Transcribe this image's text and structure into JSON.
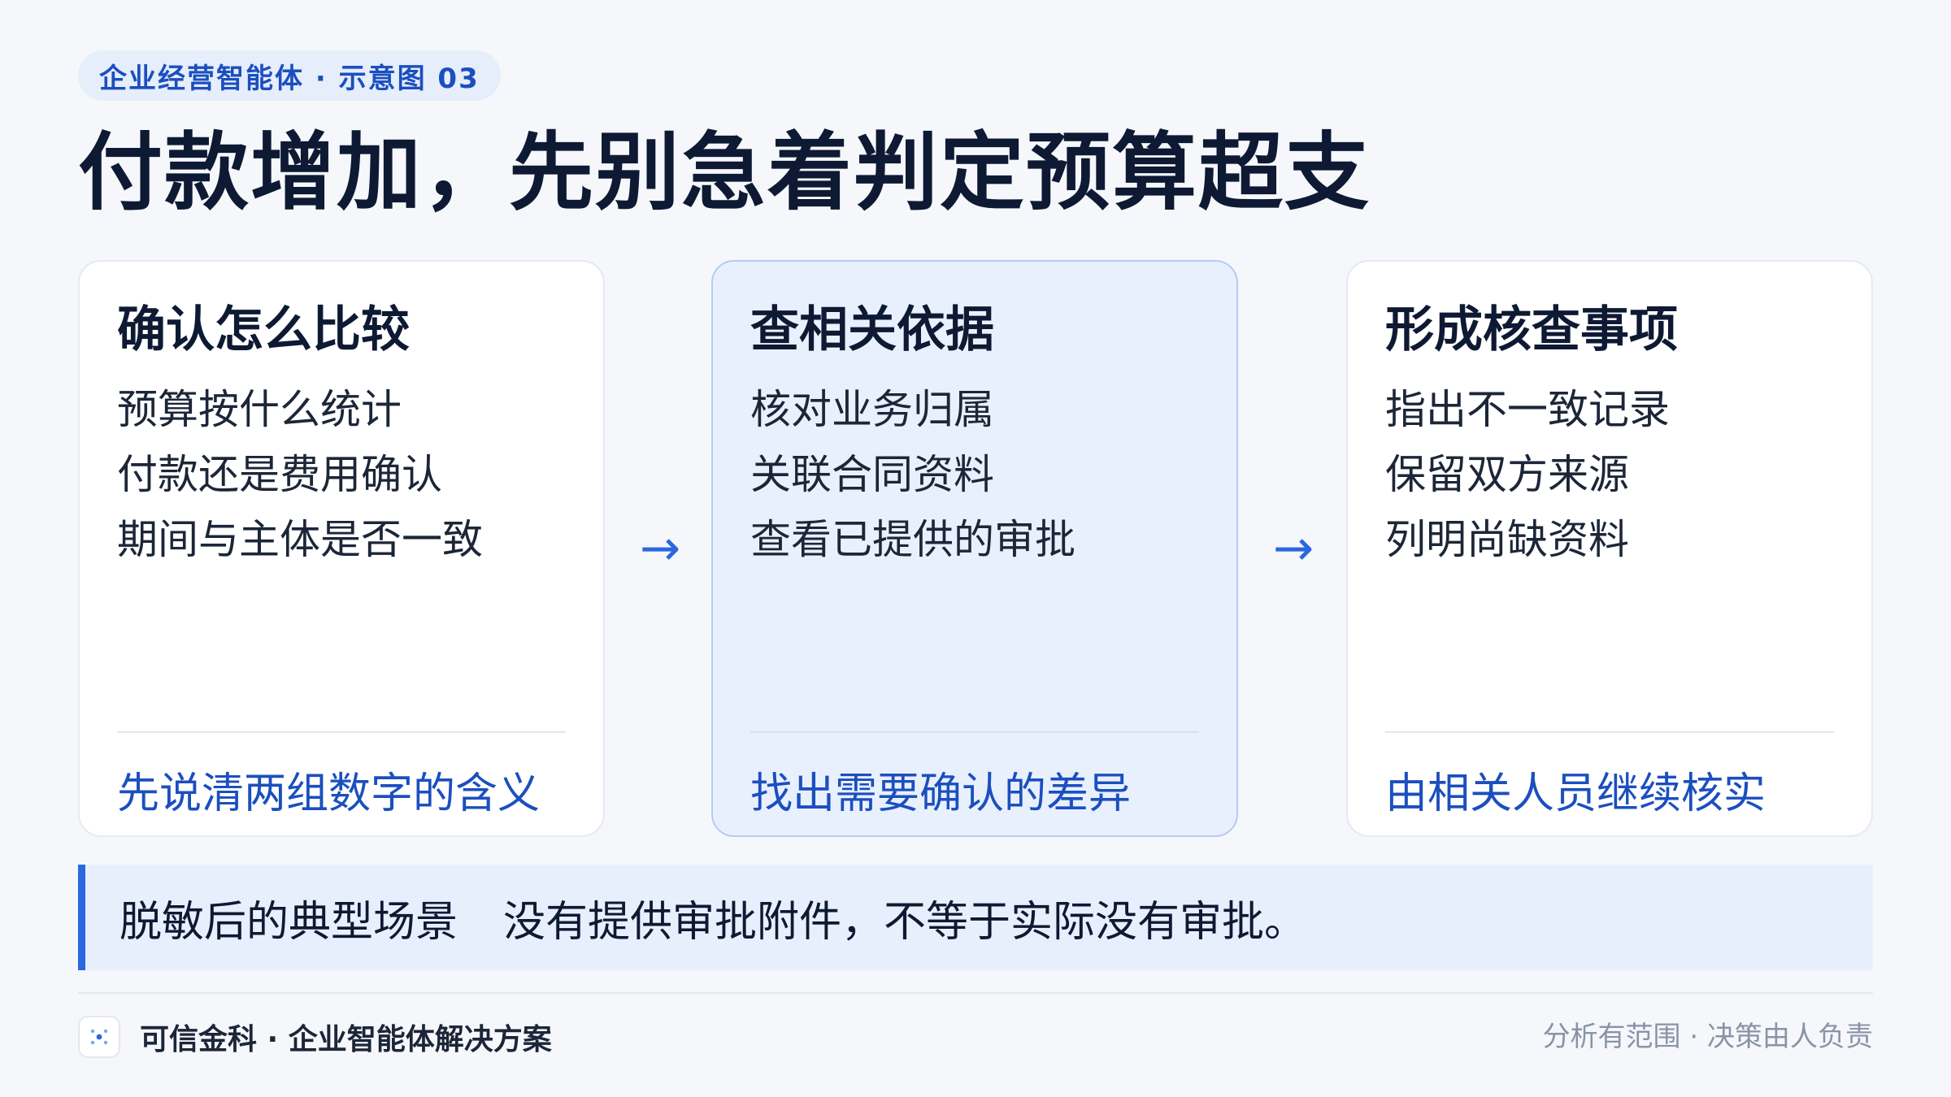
{
  "header": {
    "tag": "企业经营智能体 · 示意图 03",
    "title": "付款增加，先别急着判定预算超支"
  },
  "steps": [
    {
      "title": "确认怎么比较",
      "items": [
        "预算按什么统计",
        "付款还是费用确认",
        "期间与主体是否一致"
      ],
      "footer": "先说清两组数字的含义"
    },
    {
      "title": "查相关依据",
      "items": [
        "核对业务归属",
        "关联合同资料",
        "查看已提供的审批"
      ],
      "footer": "找出需要确认的差异"
    },
    {
      "title": "形成核查事项",
      "items": [
        "指出不一致记录",
        "保留双方来源",
        "列明尚缺资料"
      ],
      "footer": "由相关人员继续核实"
    }
  ],
  "arrows": [
    "→",
    "→"
  ],
  "scenario": {
    "label": "脱敏后的典型场景",
    "text": "没有提供审批附件，不等于实际没有审批。"
  },
  "footer": {
    "brand": "可信金科 · 企业智能体解决方案",
    "slogan": "分析有范围 · 决策由人负责"
  },
  "colors": {
    "accent": "#2a67e0",
    "accent_text": "#1b4fbf",
    "highlight_card": "#e9f0fd",
    "background": "#f5f7fb"
  }
}
